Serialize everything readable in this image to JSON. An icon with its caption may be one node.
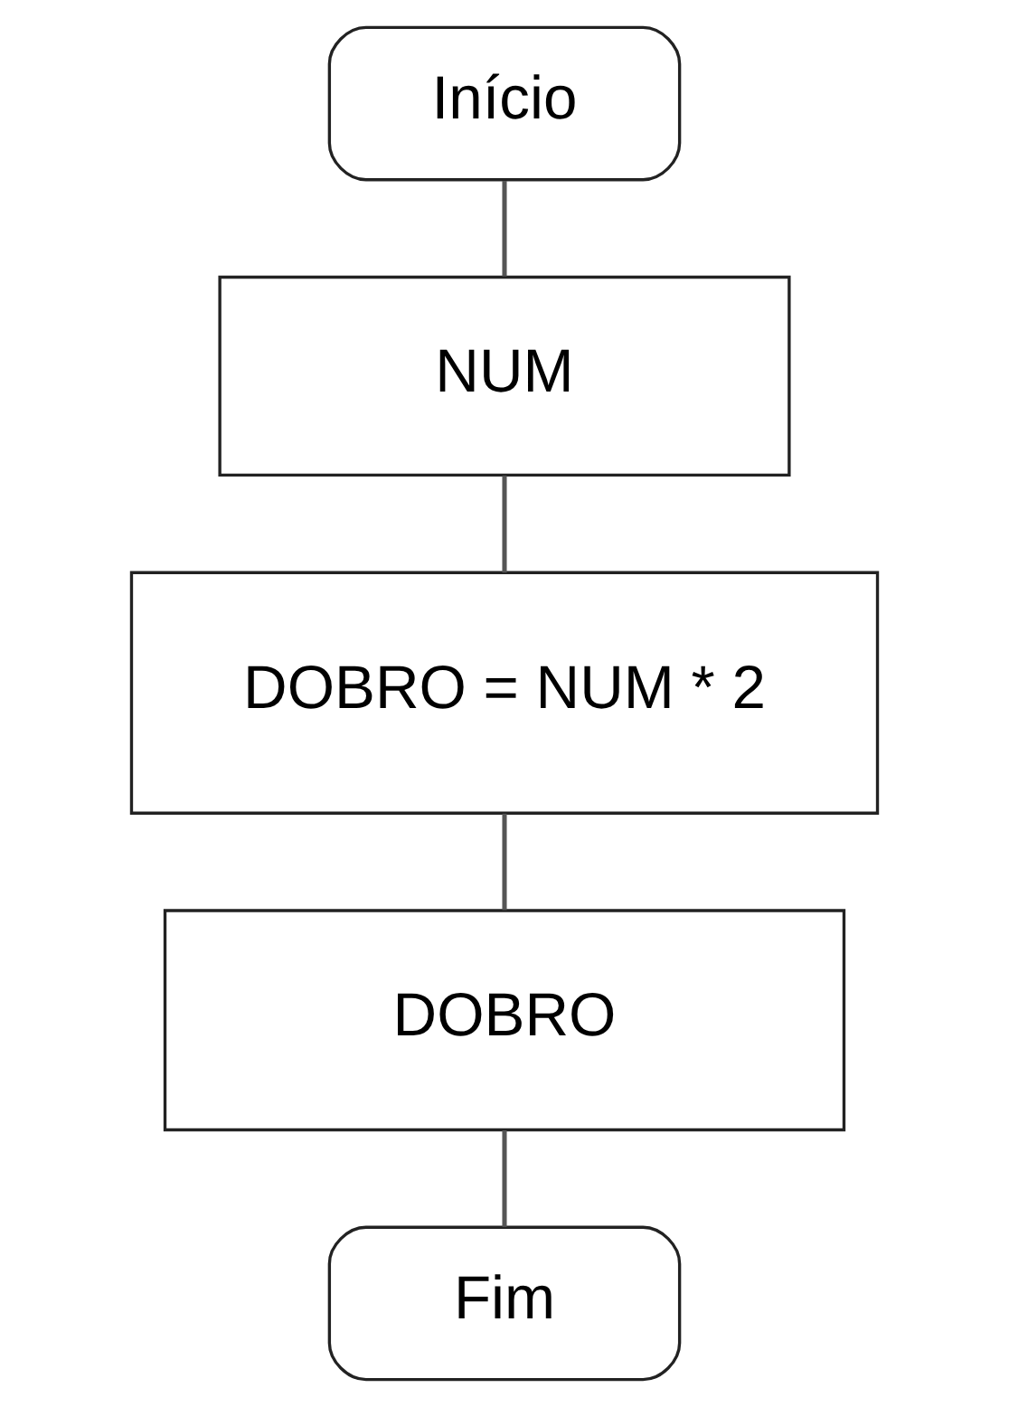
{
  "diagram": {
    "nodes": [
      {
        "text": [
          "Início"
        ]
      },
      {
        "text": [
          "NUM"
        ]
      },
      {
        "text": [
          "DOBRO = NUM * 2"
        ]
      },
      {
        "text": [
          "DOBRO"
        ]
      },
      {
        "text": [
          "Fim"
        ]
      }
    ],
    "edges": [
      {
        "from": 0,
        "to": 1,
        "arrow": "none"
      },
      {
        "from": 1,
        "to": 2,
        "arrow": "none"
      },
      {
        "from": 2,
        "to": 3,
        "arrow": "none"
      },
      {
        "from": 3,
        "to": 4,
        "arrow": "none"
      }
    ]
  }
}
